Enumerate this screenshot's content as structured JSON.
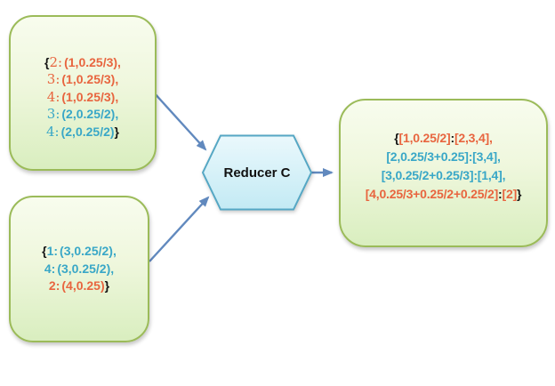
{
  "colors": {
    "orange": "#E8653F",
    "blue": "#39A7C7",
    "dark": "#141414",
    "arrow": "#6189BE",
    "green_box_border": "#9BBB59",
    "hexagon_border": "#55A7C4"
  },
  "reducer": {
    "label": "Reducer C"
  },
  "input_top": {
    "lines": [
      {
        "open": "{",
        "key": "2:",
        "value": "(1,0.25/3),",
        "color": "orange"
      },
      {
        "key": "3:",
        "value": "(1,0.25/3),",
        "color": "orange"
      },
      {
        "key": "4:",
        "value": "(1,0.25/3),",
        "color": "orange"
      },
      {
        "key": "3:",
        "value": "(2,0.25/2),",
        "color": "blue"
      },
      {
        "key": "4:",
        "value": "(2,0.25/2)",
        "close": "}",
        "color": "blue"
      }
    ]
  },
  "input_bottom": {
    "lines": [
      {
        "open": "{",
        "key": "1:",
        "value": "(3,0.25/2),",
        "color": "blue"
      },
      {
        "key": "4:",
        "value": "(3,0.25/2),",
        "color": "blue"
      },
      {
        "key": "2:",
        "value": "(4,0.25)",
        "close": "}",
        "color": "orange"
      }
    ]
  },
  "output": {
    "lines": [
      {
        "open": "{",
        "pair": "[1,0.25/2]",
        "colon": ":",
        "result": "[2,3,4],",
        "color": "orange",
        "colon_color": "dark"
      },
      {
        "pair": "[2,0.25/3+0.25]",
        "colon": ":",
        "result": "[3,4],",
        "color": "blue",
        "colon_color": "blue"
      },
      {
        "pair": "[3,0.25/2+0.25/3]",
        "colon": ":",
        "result": "[1,4],",
        "color": "blue",
        "colon_color": "blue"
      },
      {
        "pair": "[4,0.25/3+0.25/2+0.25/2]",
        "colon": ":",
        "result": "[2]",
        "close": "}",
        "color": "orange",
        "colon_color": "dark"
      }
    ]
  }
}
